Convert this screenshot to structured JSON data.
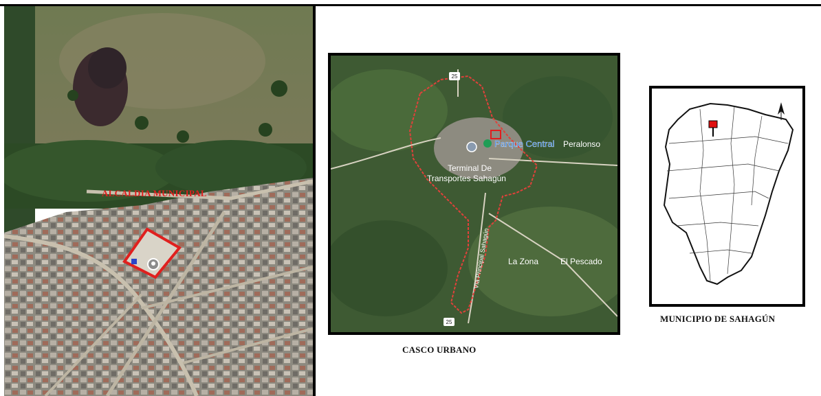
{
  "left_panel": {
    "label": "ALCALDIA MUNICIPAL",
    "label_color": "#e01e1e",
    "marker_icon": "location-pin-icon"
  },
  "urban_panel": {
    "caption": "CASCO URBANO",
    "places": {
      "parque_central": "Parque Central",
      "peralonso": "Peralonso",
      "terminal_line1": "Terminal De",
      "terminal_line2": "Transportes Sahagún",
      "la_zona": "La Zona",
      "el_pescado": "El Pescado"
    },
    "road_labels": {
      "via_principal": "Vía Principal Sahagún",
      "shield_top": "25",
      "shield_bottom": "25"
    },
    "boundary_color": "#e0413a"
  },
  "municipality_panel": {
    "caption": "MUNICIPIO DE SAHAGÚN",
    "north_arrow_icon": "north-arrow-icon",
    "highlight_color": "#e01010"
  }
}
